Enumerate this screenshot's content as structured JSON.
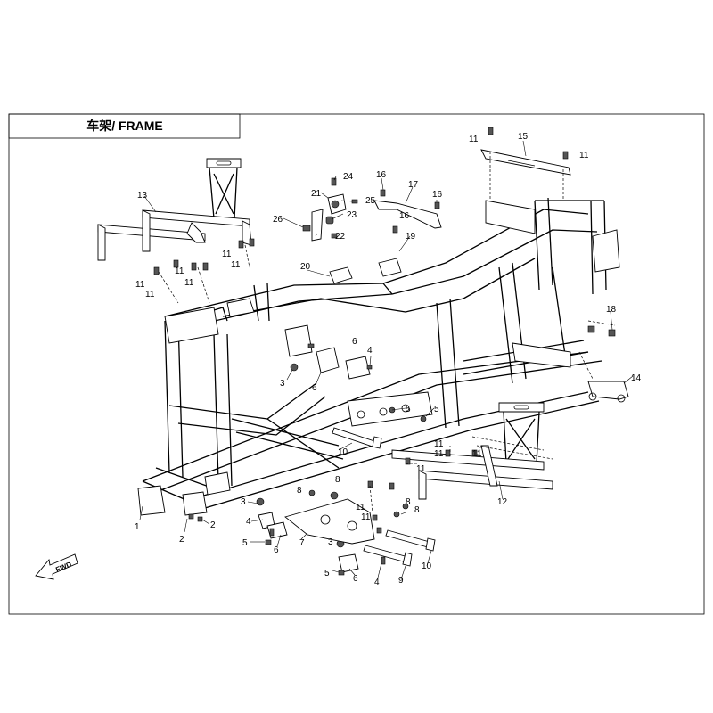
{
  "title": "车架/ FRAME",
  "fwd_label": "FWD",
  "callout_numbers": [
    "1",
    "2",
    "3",
    "4",
    "5",
    "6",
    "7",
    "8",
    "9",
    "10",
    "11",
    "12",
    "13",
    "14",
    "15",
    "16",
    "17",
    "18",
    "19",
    "20",
    "21",
    "22",
    "23",
    "24",
    "25",
    "26"
  ]
}
